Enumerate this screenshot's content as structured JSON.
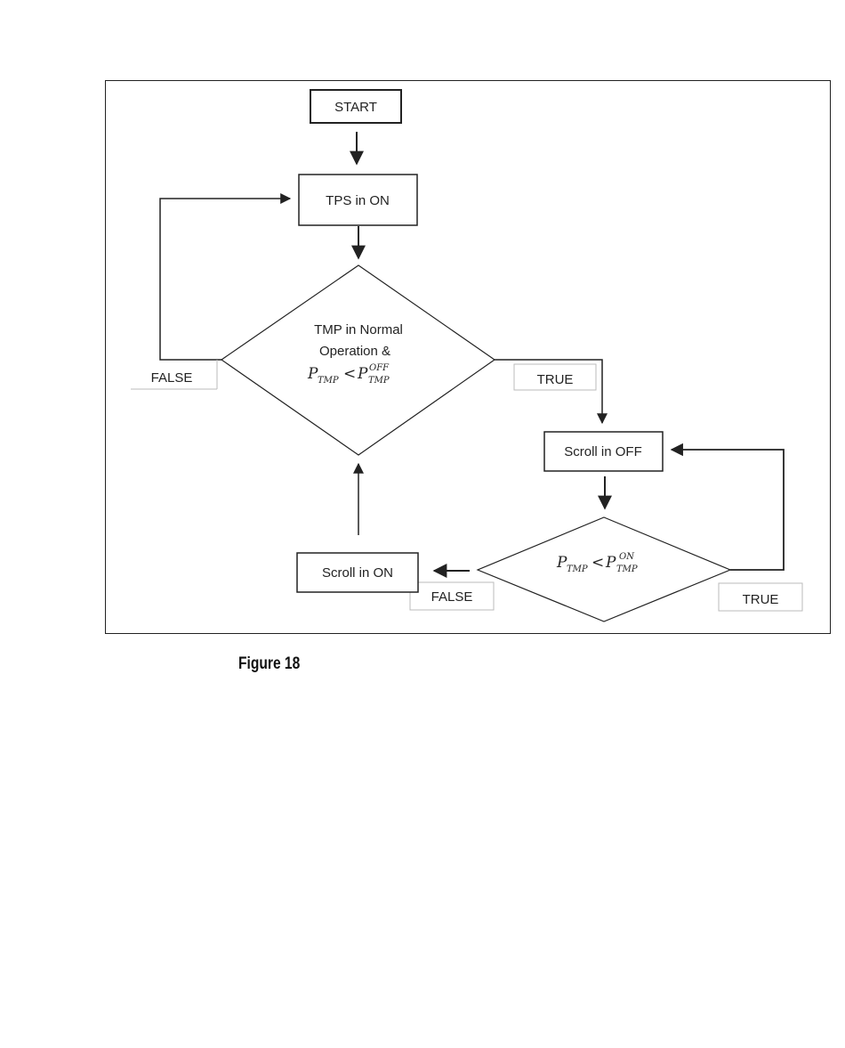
{
  "nodes": {
    "start": "START",
    "tps_on": "TPS in ON",
    "decision1": {
      "line1": "TMP in Normal",
      "line2": "Operation &",
      "condition": {
        "var": "P",
        "var_sub": "TMP",
        "op": "<",
        "rhs": "P",
        "rhs_sub": "TMP",
        "rhs_sup": "OFF"
      }
    },
    "scroll_off": "Scroll in OFF",
    "decision2": {
      "condition": {
        "var": "P",
        "var_sub": "TMP",
        "op": "<",
        "rhs": "P",
        "rhs_sub": "TMP",
        "rhs_sup": "ON"
      }
    },
    "scroll_on": "Scroll in ON"
  },
  "edge_labels": {
    "d1_false": "FALSE",
    "d1_true": "TRUE",
    "d2_false": "FALSE",
    "d2_true": "TRUE"
  },
  "caption": "Figure 18",
  "colors": {
    "line": "#222222",
    "label_border": "#bbbbbb"
  }
}
